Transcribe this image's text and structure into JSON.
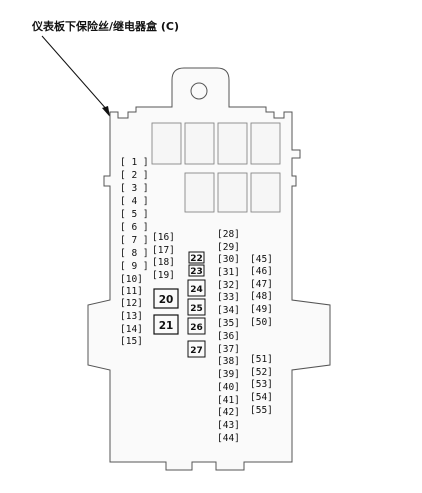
{
  "title": "仪表板下保险丝/继电器盒 (C)",
  "fuses": [
    {
      "id": "f1",
      "label": "[ 1 ]"
    },
    {
      "id": "f2",
      "label": "[ 2 ]"
    },
    {
      "id": "f3",
      "label": "[ 3 ]"
    },
    {
      "id": "f4",
      "label": "[ 4 ]"
    },
    {
      "id": "f5",
      "label": "[ 5 ]"
    },
    {
      "id": "f6",
      "label": "[ 6 ]"
    },
    {
      "id": "f7",
      "label": "[ 7 ]"
    },
    {
      "id": "f8",
      "label": "[ 8 ]"
    },
    {
      "id": "f9",
      "label": "[ 9 ]"
    },
    {
      "id": "f10",
      "label": "[10]"
    },
    {
      "id": "f11",
      "label": "[11]"
    },
    {
      "id": "f12",
      "label": "[12]"
    },
    {
      "id": "f13",
      "label": "[13]"
    },
    {
      "id": "f14",
      "label": "[14]"
    },
    {
      "id": "f15",
      "label": "[15]"
    },
    {
      "id": "f16",
      "label": "[16]"
    },
    {
      "id": "f17",
      "label": "[17]"
    },
    {
      "id": "f18",
      "label": "[18]"
    },
    {
      "id": "f19",
      "label": "[19]"
    },
    {
      "id": "f28",
      "label": "[28]"
    },
    {
      "id": "f29",
      "label": "[29]"
    },
    {
      "id": "f30",
      "label": "[30]"
    },
    {
      "id": "f31",
      "label": "[31]"
    },
    {
      "id": "f32",
      "label": "[32]"
    },
    {
      "id": "f33",
      "label": "[33]"
    },
    {
      "id": "f34",
      "label": "[34]"
    },
    {
      "id": "f35",
      "label": "[35]"
    },
    {
      "id": "f36",
      "label": "[36]"
    },
    {
      "id": "f37",
      "label": "[37]"
    },
    {
      "id": "f38",
      "label": "[38]"
    },
    {
      "id": "f39",
      "label": "[39]"
    },
    {
      "id": "f40",
      "label": "[40]"
    },
    {
      "id": "f41",
      "label": "[41]"
    },
    {
      "id": "f42",
      "label": "[42]"
    },
    {
      "id": "f43",
      "label": "[43]"
    },
    {
      "id": "f44",
      "label": "[44]"
    },
    {
      "id": "f45",
      "label": "[45]"
    },
    {
      "id": "f46",
      "label": "[46]"
    },
    {
      "id": "f47",
      "label": "[47]"
    },
    {
      "id": "f48",
      "label": "[48]"
    },
    {
      "id": "f49",
      "label": "[49]"
    },
    {
      "id": "f50",
      "label": "[50]"
    },
    {
      "id": "f51",
      "label": "[51]"
    },
    {
      "id": "f52",
      "label": "[52]"
    },
    {
      "id": "f53",
      "label": "[53]"
    },
    {
      "id": "f54",
      "label": "[54]"
    },
    {
      "id": "f55",
      "label": "[55]"
    }
  ],
  "relays": [
    {
      "id": "r20",
      "label": "20"
    },
    {
      "id": "r21",
      "label": "21"
    }
  ],
  "boxed_fuses": [
    {
      "id": "b22",
      "label": "22"
    },
    {
      "id": "b23",
      "label": "23"
    },
    {
      "id": "b24",
      "label": "24"
    },
    {
      "id": "b25",
      "label": "25"
    },
    {
      "id": "b26",
      "label": "26"
    },
    {
      "id": "b27",
      "label": "27"
    }
  ]
}
